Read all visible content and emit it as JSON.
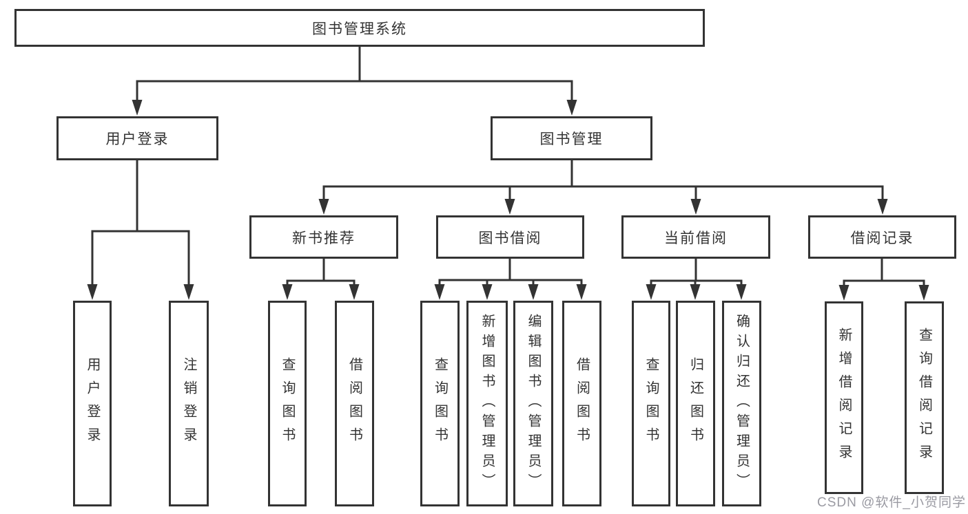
{
  "tree": {
    "root": {
      "label": "图书管理系统"
    },
    "children": [
      {
        "label": "用户登录",
        "children": [
          {
            "label": "用户登录"
          },
          {
            "label": "注销登录"
          }
        ]
      },
      {
        "label": "图书管理",
        "children": [
          {
            "label": "新书推荐",
            "children": [
              {
                "label": "查询图书"
              },
              {
                "label": "借阅图书"
              }
            ]
          },
          {
            "label": "图书借阅",
            "children": [
              {
                "label": "查询图书"
              },
              {
                "label": "新增图书（管理员）"
              },
              {
                "label": "编辑图书（管理员）"
              },
              {
                "label": "借阅图书"
              }
            ]
          },
          {
            "label": "当前借阅",
            "children": [
              {
                "label": "查询图书"
              },
              {
                "label": "归还图书"
              },
              {
                "label": "确认归还（管理员）"
              }
            ]
          },
          {
            "label": "借阅记录",
            "children": [
              {
                "label": "新增借阅记录"
              },
              {
                "label": "查询借阅记录"
              }
            ]
          }
        ]
      }
    ]
  },
  "watermark": {
    "text": "CSDN @软件_小贺同学"
  },
  "colors": {
    "line": "#333333",
    "text": "#333333",
    "background": "#ffffff",
    "watermark": "#9a9aa2"
  }
}
